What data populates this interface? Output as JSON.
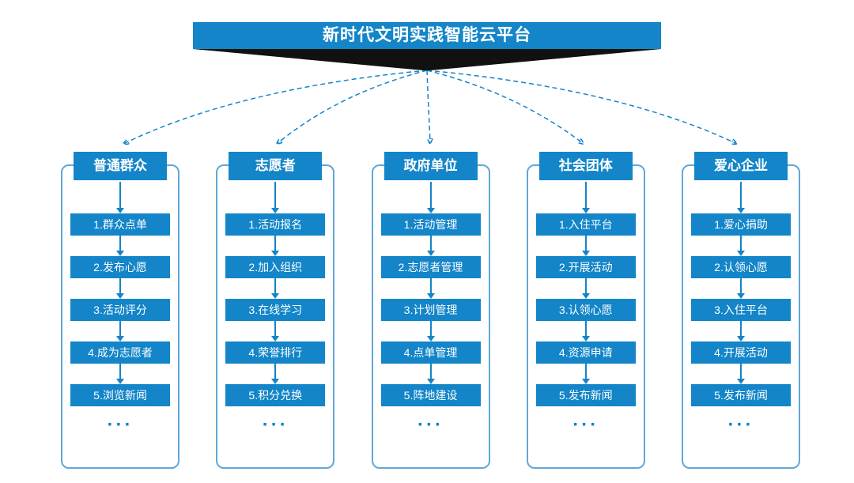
{
  "title": "新时代文明实践智能云平台",
  "colors": {
    "primary": "#1385C8",
    "column_border": "#5FA8D8",
    "funnel": "#111111"
  },
  "columns": [
    {
      "header": "普通群众",
      "steps": [
        "1.群众点单",
        "2.发布心愿",
        "3.活动评分",
        "4.成为志愿者",
        "5.浏览新闻"
      ],
      "more": "···"
    },
    {
      "header": "志愿者",
      "steps": [
        "1.活动报名",
        "2.加入组织",
        "3.在线学习",
        "4.荣誉排行",
        "5.积分兑换"
      ],
      "more": "···"
    },
    {
      "header": "政府单位",
      "steps": [
        "1.活动管理",
        "2.志愿者管理",
        "3.计划管理",
        "4.点单管理",
        "5.阵地建设"
      ],
      "more": "···"
    },
    {
      "header": "社会团体",
      "steps": [
        "1.入住平台",
        "2.开展活动",
        "3.认领心愿",
        "4.资源申请",
        "5.发布新闻"
      ],
      "more": "···"
    },
    {
      "header": "爱心企业",
      "steps": [
        "1.爱心捐助",
        "2.认领心愿",
        "3.入住平台",
        "4.开展活动",
        "5.发布新闻"
      ],
      "more": "···"
    }
  ]
}
